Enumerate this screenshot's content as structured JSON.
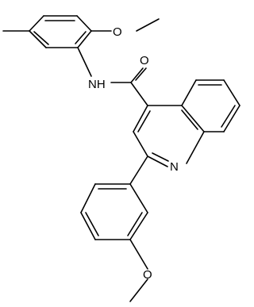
{
  "structure": {
    "atom_labels": [
      {
        "id": "amide-nh",
        "text": "NH"
      },
      {
        "id": "carbonyl-oxygen",
        "text": "O"
      },
      {
        "id": "quinoline-nitrogen",
        "text": "N"
      },
      {
        "id": "top-methoxy-oxygen",
        "text": "O"
      },
      {
        "id": "bottom-methoxy-oxygen",
        "text": "O"
      }
    ]
  },
  "colors": {
    "bond": "#000000",
    "background": "#ffffff"
  }
}
